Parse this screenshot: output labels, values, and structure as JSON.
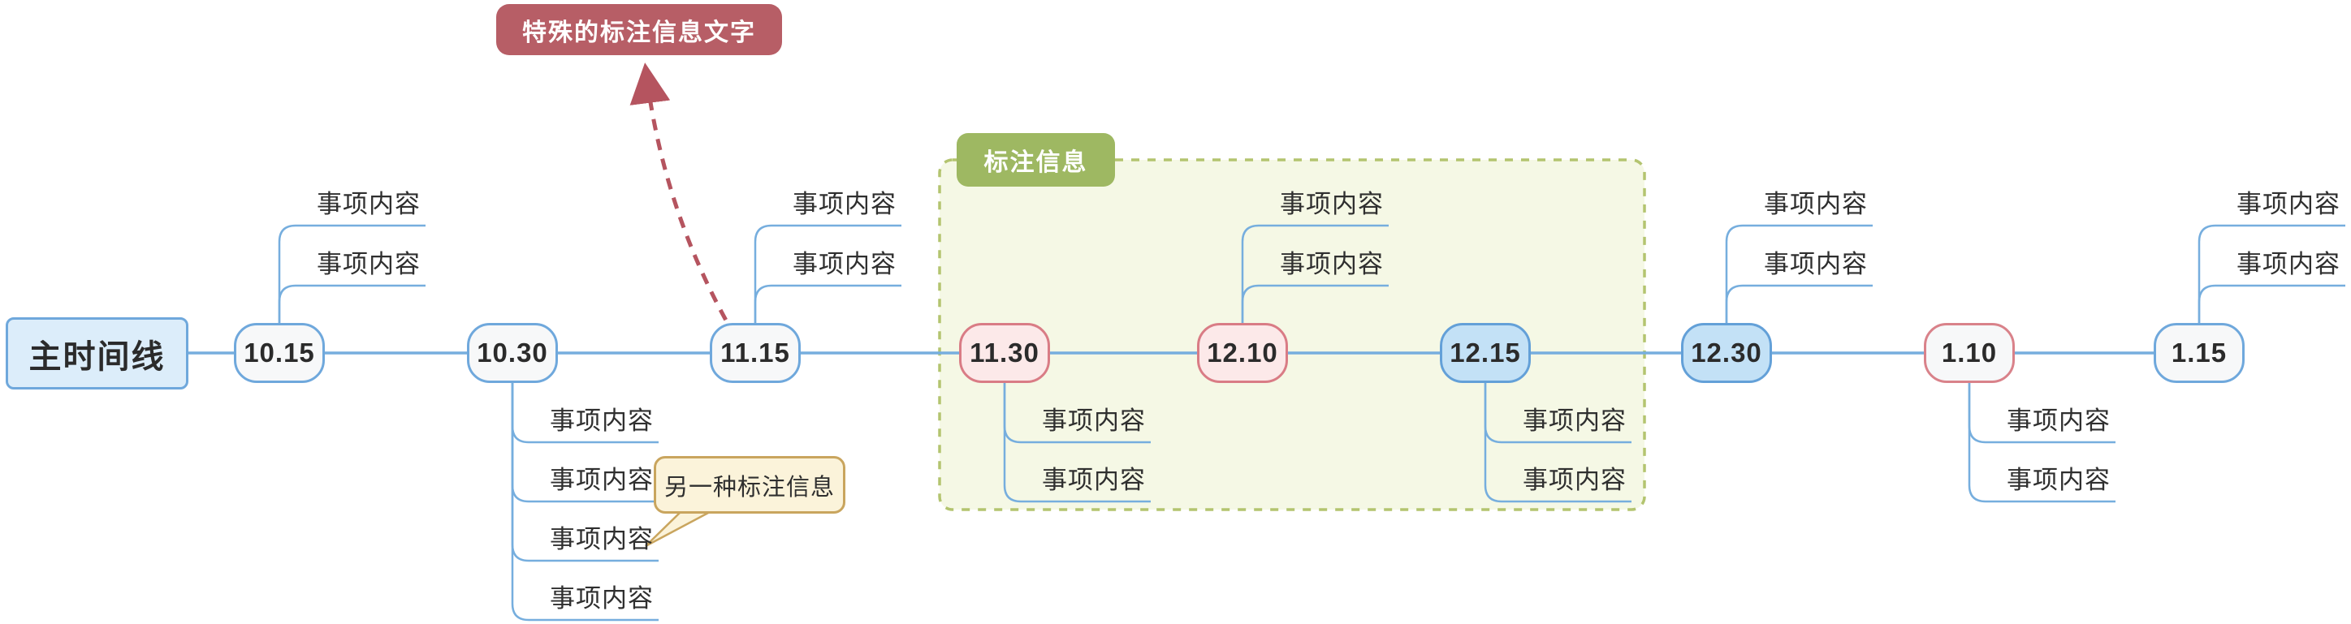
{
  "diagram_title": "主时间线",
  "timeline": {
    "nodes": [
      {
        "label": "10.15",
        "color": "default",
        "items_above": [
          "事项内容",
          "事项内容"
        ],
        "items_below": []
      },
      {
        "label": "10.30",
        "color": "default",
        "items_above": [],
        "items_below": [
          "事项内容",
          "事项内容",
          "事项内容",
          "事项内容"
        ]
      },
      {
        "label": "11.15",
        "color": "default",
        "items_above": [
          "事项内容",
          "事项内容"
        ],
        "items_below": []
      },
      {
        "label": "11.30",
        "color": "pink",
        "items_above": [],
        "items_below": [
          "事项内容",
          "事项内容"
        ]
      },
      {
        "label": "12.10",
        "color": "pink",
        "items_above": [
          "事项内容",
          "事项内容"
        ],
        "items_below": []
      },
      {
        "label": "12.15",
        "color": "blue",
        "items_above": [],
        "items_below": [
          "事项内容",
          "事项内容"
        ]
      },
      {
        "label": "12.30",
        "color": "blue",
        "items_above": [
          "事项内容",
          "事项内容"
        ],
        "items_below": []
      },
      {
        "label": "1.10",
        "color": "red-outline",
        "items_above": [],
        "items_below": [
          "事项内容",
          "事项内容"
        ]
      },
      {
        "label": "1.15",
        "color": "default",
        "items_above": [
          "事项内容",
          "事项内容"
        ],
        "items_below": []
      }
    ]
  },
  "annotations": {
    "special_callout_text": "特殊的标注信息文字",
    "group_box_label": "标注信息",
    "bubble_callout_text": "另一种标注信息"
  },
  "colors": {
    "line_blue": "#76aede",
    "node_default_fill": "#f7f8f9",
    "node_default_border": "#6fa8dc",
    "node_pink_fill": "#fce9e9",
    "node_pink_border": "#d97c85",
    "node_blue_fill": "#c3e1f6",
    "node_blue_border": "#63a0d8",
    "node_red_outline_border": "#d9828a",
    "title_fill": "#dcedfa",
    "group_box_fill": "#f5f8e5",
    "group_box_border": "#b3c46f",
    "group_label_fill": "#9eb862",
    "special_callout_fill": "#b75e66",
    "arrow_red": "#b5545f",
    "bubble_fill": "#fbf3da",
    "bubble_border": "#c9a55e"
  }
}
